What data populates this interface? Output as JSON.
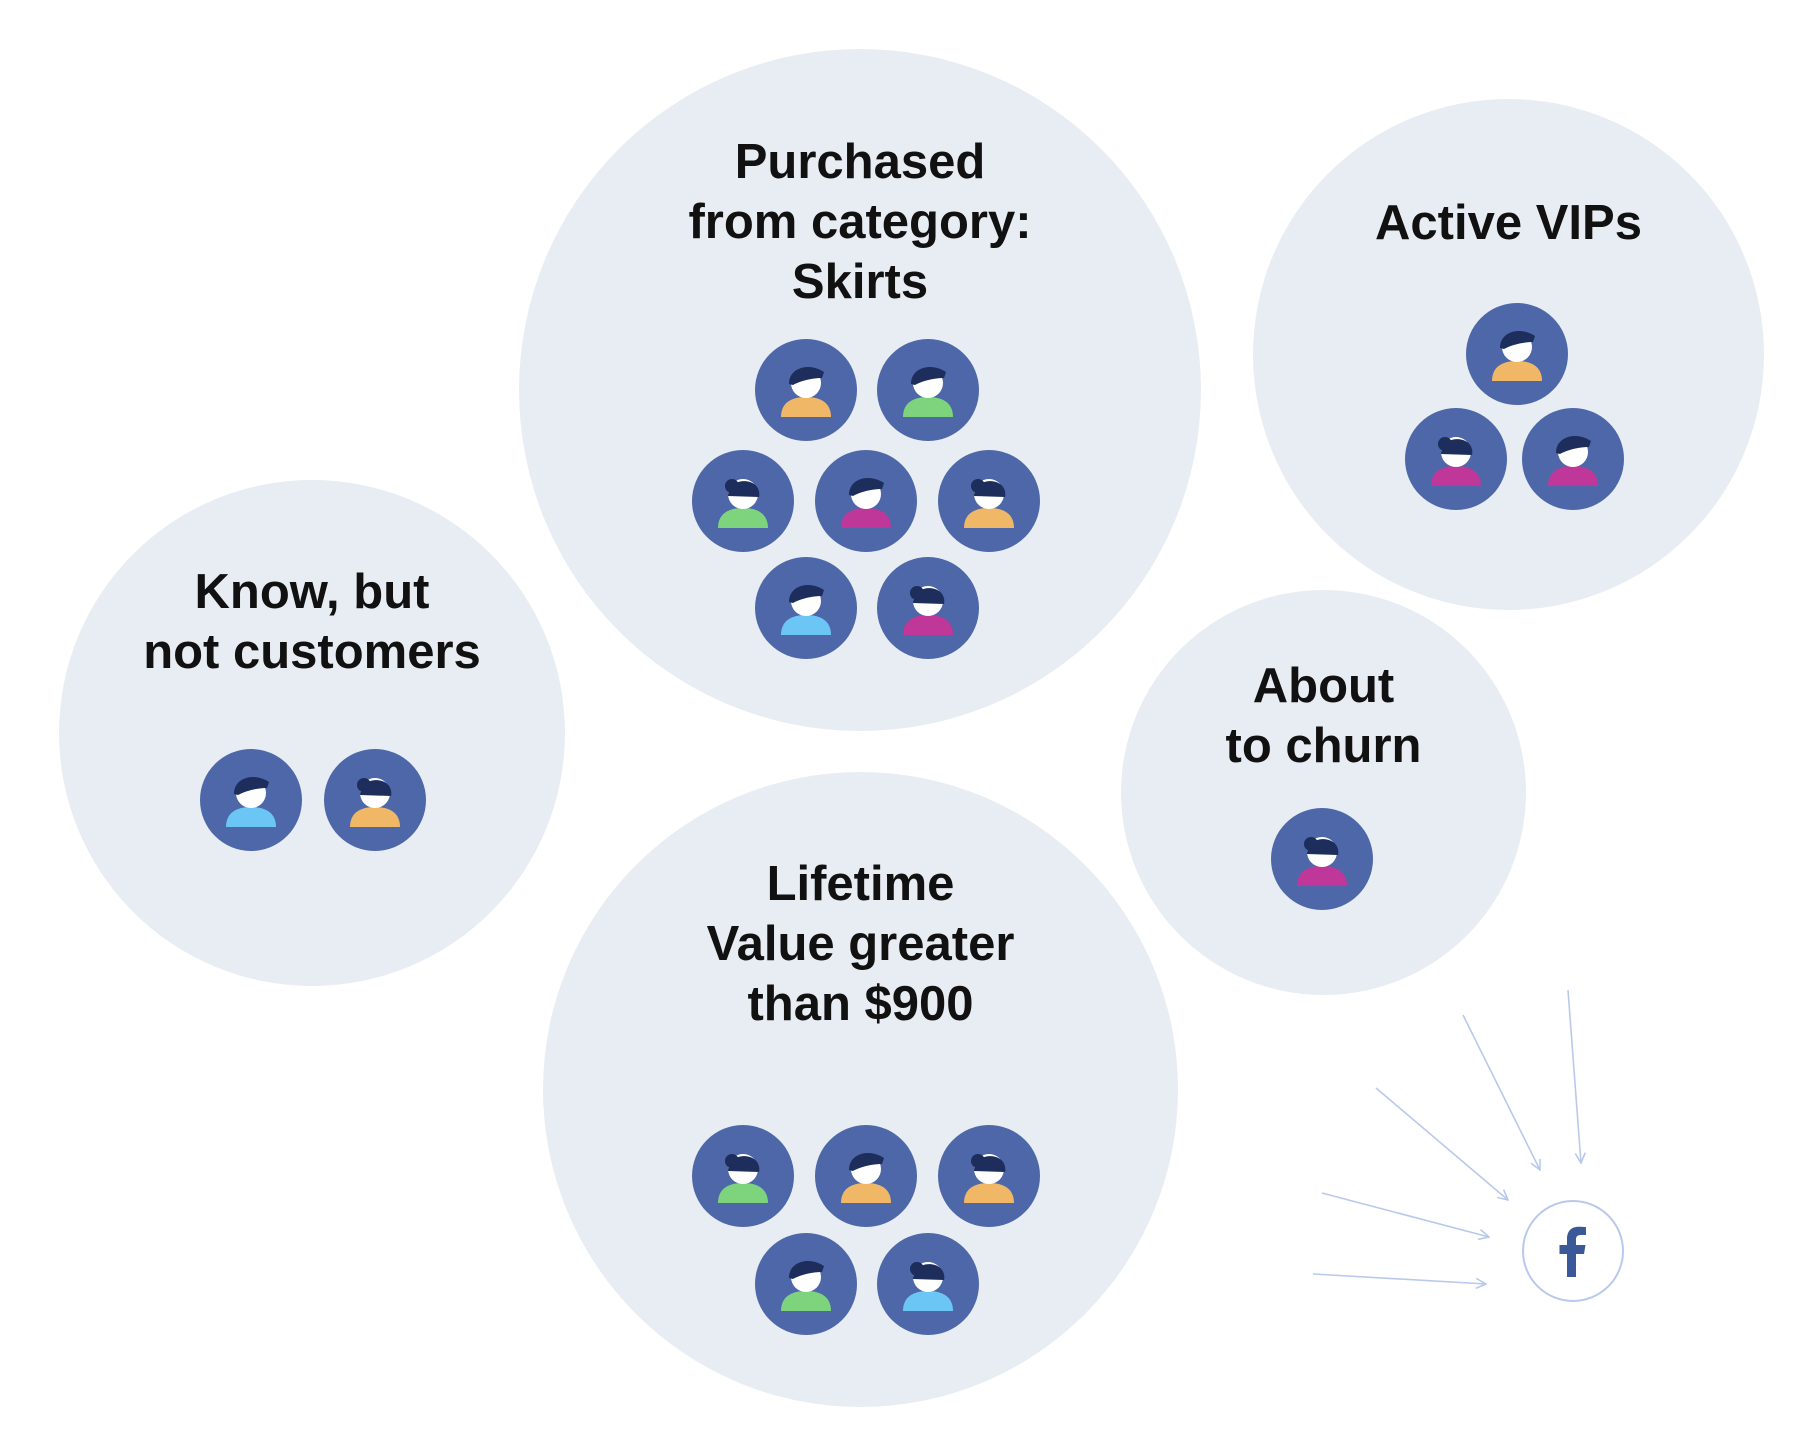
{
  "segments": [
    {
      "label_lines": [
        "Purchased",
        "from category:",
        "Skirts"
      ],
      "avatars": [
        {
          "color": "#f0b866",
          "hair": "short"
        },
        {
          "color": "#7dd47d",
          "hair": "short"
        },
        {
          "color": "#7dd47d",
          "hair": "bun"
        },
        {
          "color": "#c0379a",
          "hair": "short"
        },
        {
          "color": "#f0b866",
          "hair": "bun"
        },
        {
          "color": "#6cc6f5",
          "hair": "short"
        },
        {
          "color": "#c0379a",
          "hair": "bun"
        }
      ]
    },
    {
      "label_lines": [
        "Active VIPs"
      ],
      "avatars": [
        {
          "color": "#f0b866",
          "hair": "short"
        },
        {
          "color": "#c0379a",
          "hair": "bun"
        },
        {
          "color": "#c0379a",
          "hair": "short"
        }
      ]
    },
    {
      "label_lines": [
        "Know, but",
        "not customers"
      ],
      "avatars": [
        {
          "color": "#6cc6f5",
          "hair": "short"
        },
        {
          "color": "#f0b866",
          "hair": "bun"
        }
      ]
    },
    {
      "label_lines": [
        "About",
        "to churn"
      ],
      "avatars": [
        {
          "color": "#c0379a",
          "hair": "bun"
        }
      ]
    },
    {
      "label_lines": [
        "Lifetime",
        "Value greater",
        "than $900"
      ],
      "avatars": [
        {
          "color": "#7dd47d",
          "hair": "bun"
        },
        {
          "color": "#f0b866",
          "hair": "short"
        },
        {
          "color": "#f0b866",
          "hair": "bun"
        },
        {
          "color": "#7dd47d",
          "hair": "short"
        },
        {
          "color": "#6cc6f5",
          "hair": "bun"
        }
      ]
    }
  ],
  "destination": {
    "icon": "facebook-icon"
  },
  "colors": {
    "bubble": "#e8edf3",
    "avatar_background": "#4d67a8",
    "hair": "#1d2d5c",
    "face": "#ffffff",
    "arrow": "#b9c9ec",
    "facebook": "#3b5998"
  }
}
